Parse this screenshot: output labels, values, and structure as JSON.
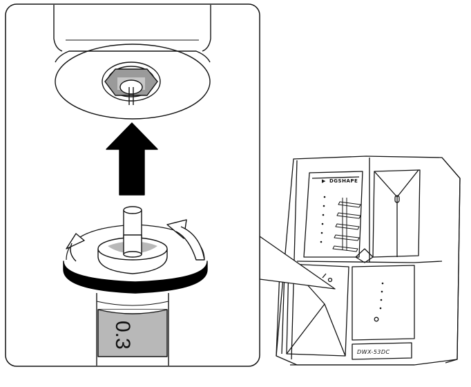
{
  "machine": {
    "brand_label": "DGSHAPE",
    "model_label": "DWX-53DC"
  },
  "tool": {
    "size_label": "0.3"
  },
  "colors": {
    "stroke": "#111111",
    "tool_band": "#b8b8b8",
    "arrow": "#000000",
    "background": "#ffffff"
  },
  "icons": {
    "up_arrow": "up-arrow-icon",
    "rotate_arrow": "rotate-arrow-icon"
  }
}
